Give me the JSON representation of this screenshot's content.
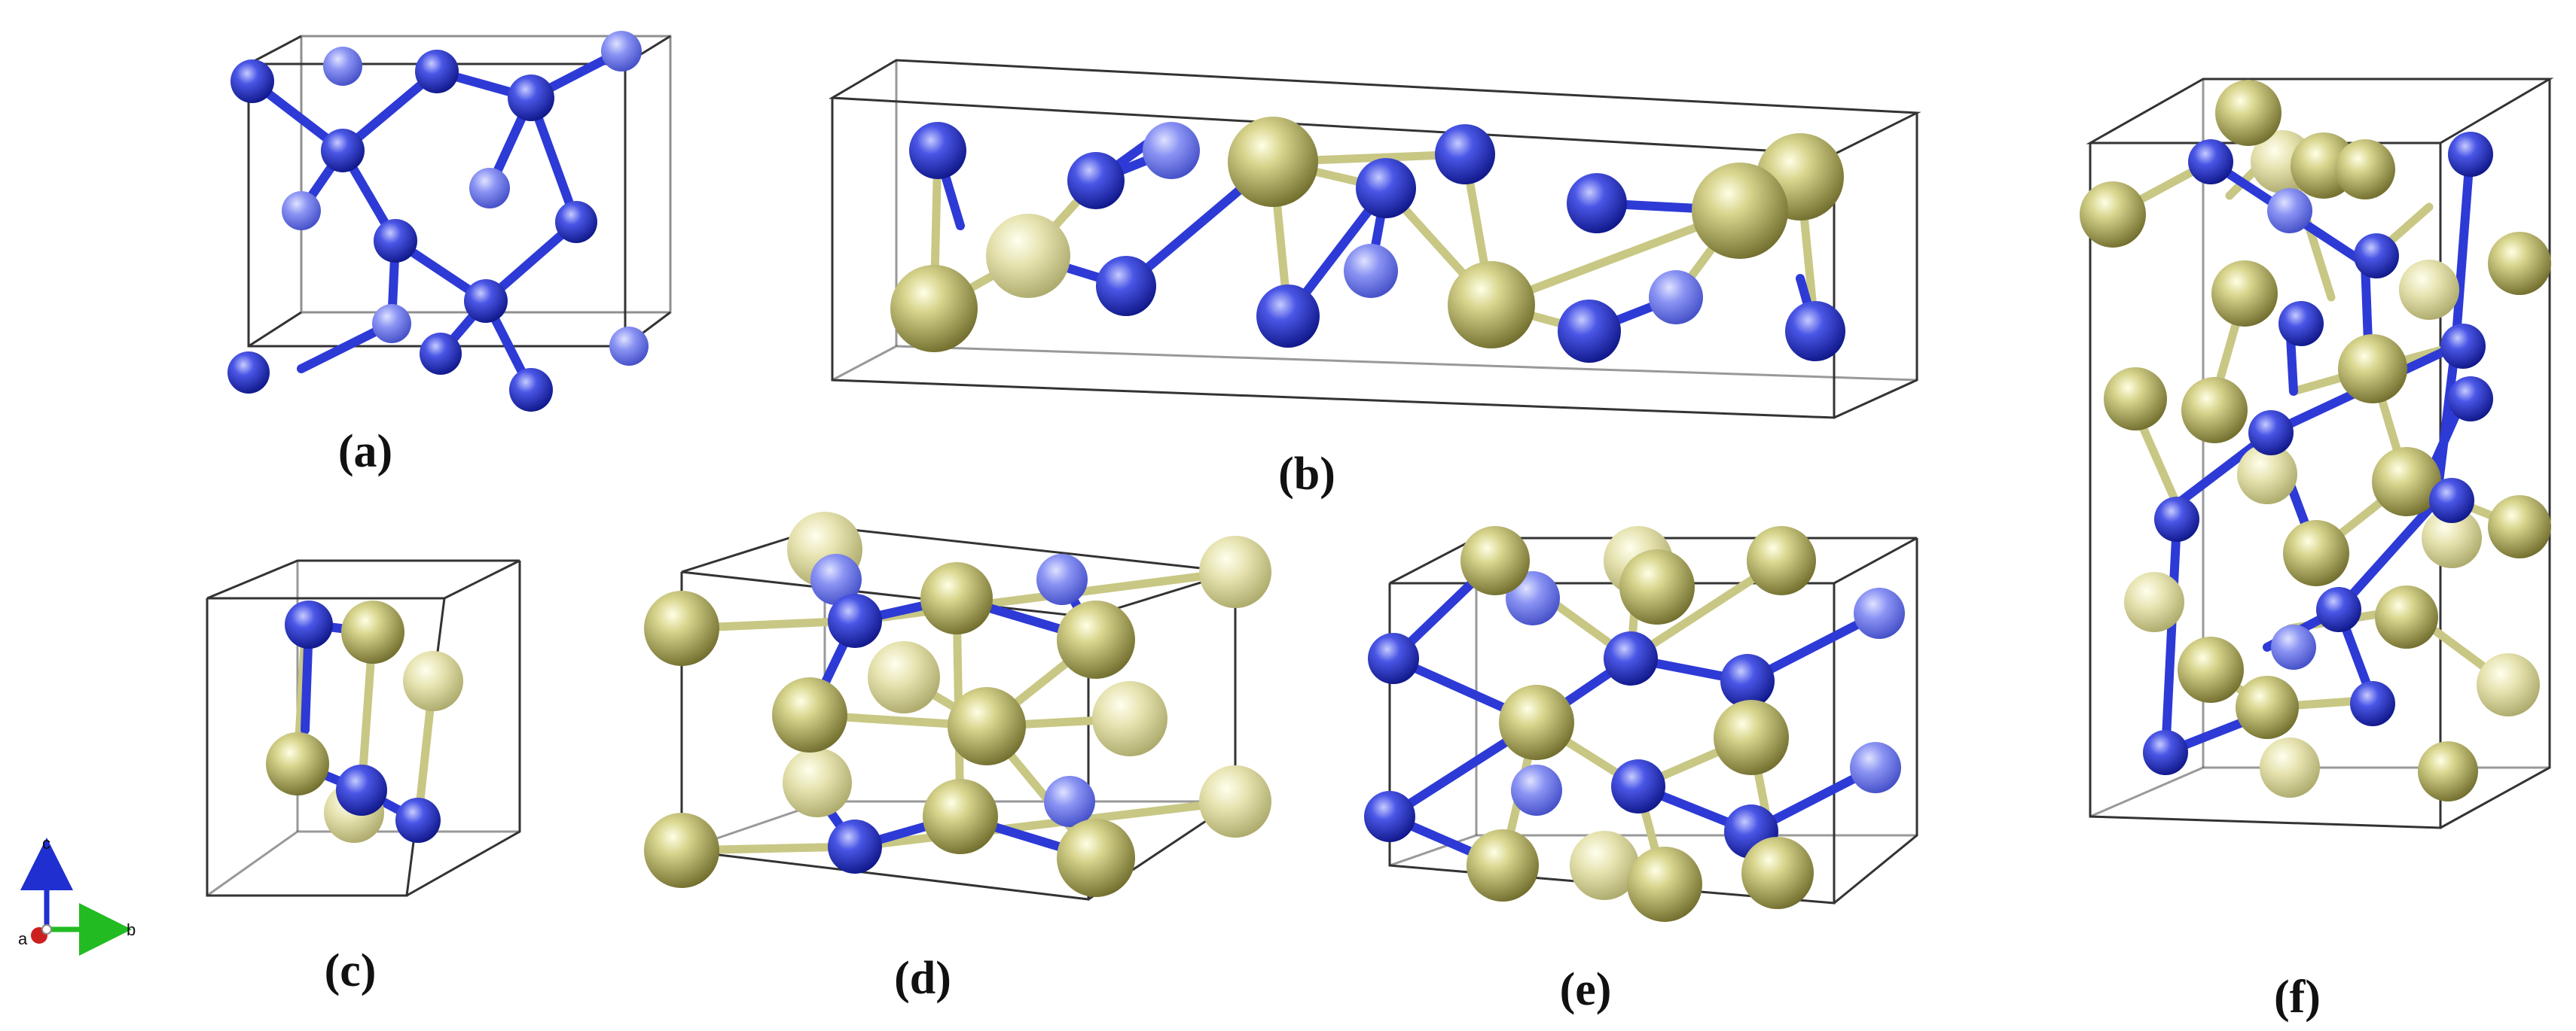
{
  "figure": {
    "panel_labels": [
      "(a)",
      "(b)",
      "(c)",
      "(d)",
      "(e)",
      "(f)"
    ],
    "axis_labels": {
      "a": "a",
      "b": "b",
      "c": "c"
    }
  },
  "colors": {
    "atom_blue": "#2633c9",
    "atom_blue_light": "#7f89f2",
    "atom_gold": "#9a9850",
    "atom_gold_light": "#f3f1b4",
    "bond_blue": "#2d3ad6",
    "bond_gold": "#c8c784",
    "cell_edge": "#333333",
    "axis_a": "#cc1f1f",
    "axis_b": "#22bb22",
    "axis_c": "#1f2fd0"
  },
  "icons": {
    "atom": "sphere-shaded",
    "axis": "orientation-triad-icon"
  }
}
